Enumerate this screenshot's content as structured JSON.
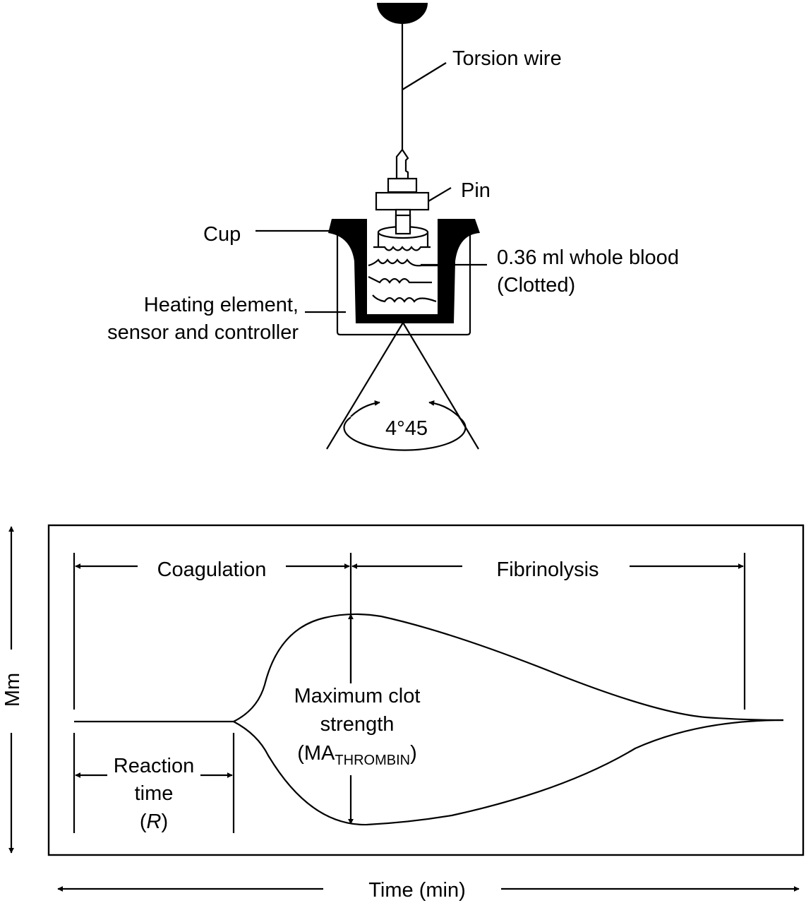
{
  "apparatus": {
    "labels": {
      "torsion_wire": "Torsion wire",
      "pin": "Pin",
      "cup": "Cup",
      "blood_line1": "0.36 ml whole blood",
      "blood_line2": "(Clotted)",
      "heating_line1": "Heating element,",
      "heating_line2": "sensor and controller",
      "rotation_angle": "4°45"
    }
  },
  "tracing": {
    "labels": {
      "coagulation": "Coagulation",
      "fibrinolysis": "Fibrinolysis",
      "ma_line1": "Maximum clot",
      "ma_line2": "strength",
      "ma_open": "(MA",
      "ma_sub": "THROMBIN",
      "ma_close": ")",
      "reaction_line1": "Reaction",
      "reaction_line2": "time",
      "reaction_open": "(",
      "reaction_symbol": "R",
      "reaction_close": ")",
      "y_axis": "Mm",
      "x_axis": "Time (min)"
    }
  },
  "colors": {
    "ink": "#000000",
    "background": "#ffffff"
  }
}
